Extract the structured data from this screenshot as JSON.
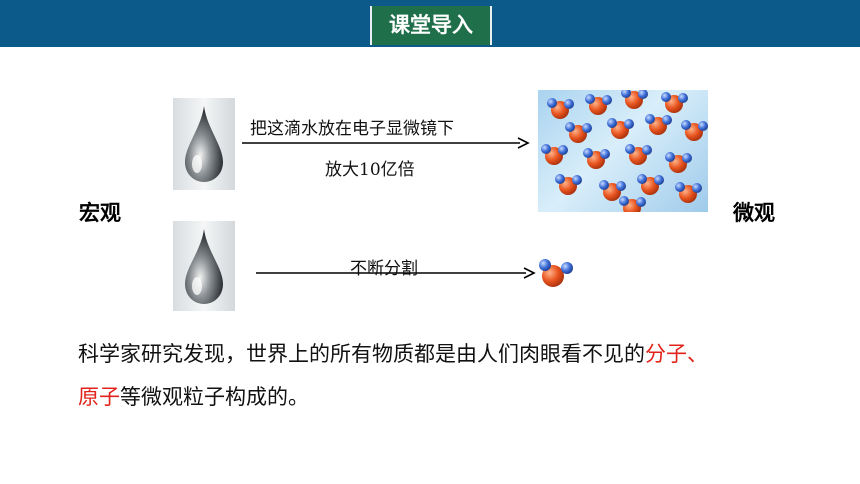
{
  "header": {
    "title": "课堂导入",
    "bar_color": "#0c5a8a",
    "tab_color": "#1f6f4a"
  },
  "diagram": {
    "macro_label": "宏观",
    "micro_label": "微观",
    "top_arrow": {
      "line1": "把这滴水放在电子显微镜下",
      "line2": "放大10亿倍"
    },
    "bottom_arrow": {
      "label": "不断分割"
    }
  },
  "paragraph": {
    "part1": "科学家研究发现，世界上的所有物质都是由人们肉眼看不见的",
    "highlight1": "分子、",
    "highlight2": "原子",
    "part2": "等微观粒子构成的。",
    "highlight_color": "#e0241b"
  },
  "icons": [
    "water-drop-icon",
    "water-molecule-icon"
  ]
}
